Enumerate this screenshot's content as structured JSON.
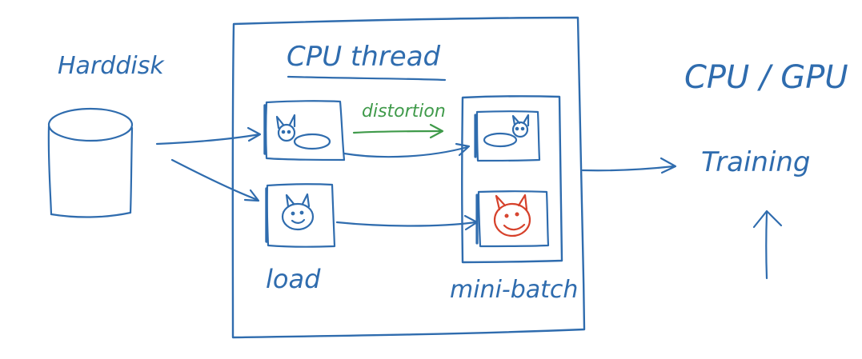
{
  "labels": {
    "harddisk": "Harddisk",
    "cpu_thread": "CPU thread",
    "cpu_gpu": "CPU / GPU",
    "distortion": "distortion",
    "training": "Training",
    "load": "load",
    "mini_batch": "mini-batch"
  },
  "colors": {
    "ink": "#2f6cae",
    "distortion": "#3f9a4a",
    "highlight": "#d6412b",
    "background": "#ffffff"
  }
}
